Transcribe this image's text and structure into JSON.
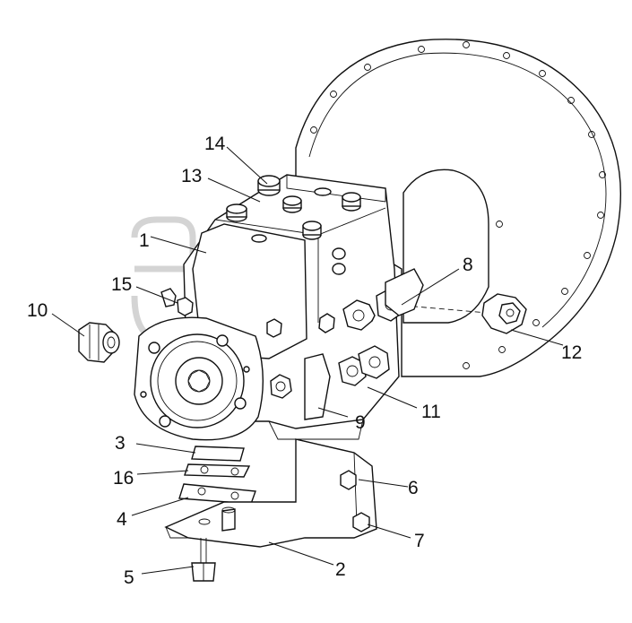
{
  "diagram": {
    "watermark": "™",
    "callouts": [
      {
        "id": "1",
        "label": "1"
      },
      {
        "id": "2",
        "label": "2"
      },
      {
        "id": "3",
        "label": "3"
      },
      {
        "id": "4",
        "label": "4"
      },
      {
        "id": "5",
        "label": "5"
      },
      {
        "id": "6",
        "label": "6"
      },
      {
        "id": "7",
        "label": "7"
      },
      {
        "id": "8",
        "label": "8"
      },
      {
        "id": "9",
        "label": "9"
      },
      {
        "id": "10",
        "label": "10"
      },
      {
        "id": "11",
        "label": "11"
      },
      {
        "id": "12",
        "label": "12"
      },
      {
        "id": "13",
        "label": "13"
      },
      {
        "id": "14",
        "label": "14"
      },
      {
        "id": "15",
        "label": "15"
      },
      {
        "id": "16",
        "label": "16"
      }
    ]
  }
}
